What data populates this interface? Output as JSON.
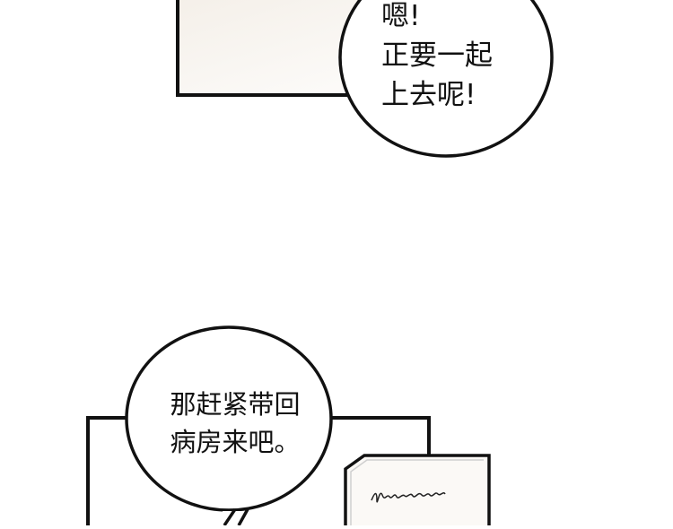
{
  "bubbles": {
    "top": {
      "lines": [
        "嗯!",
        "正要一起",
        "上去呢!"
      ]
    },
    "bottom": {
      "lines": [
        "那赶紧带回",
        "病房来吧。"
      ]
    }
  },
  "colors": {
    "ink": "#111111",
    "paper": "#ffffff",
    "panel_fill": "#f6f2ec"
  }
}
